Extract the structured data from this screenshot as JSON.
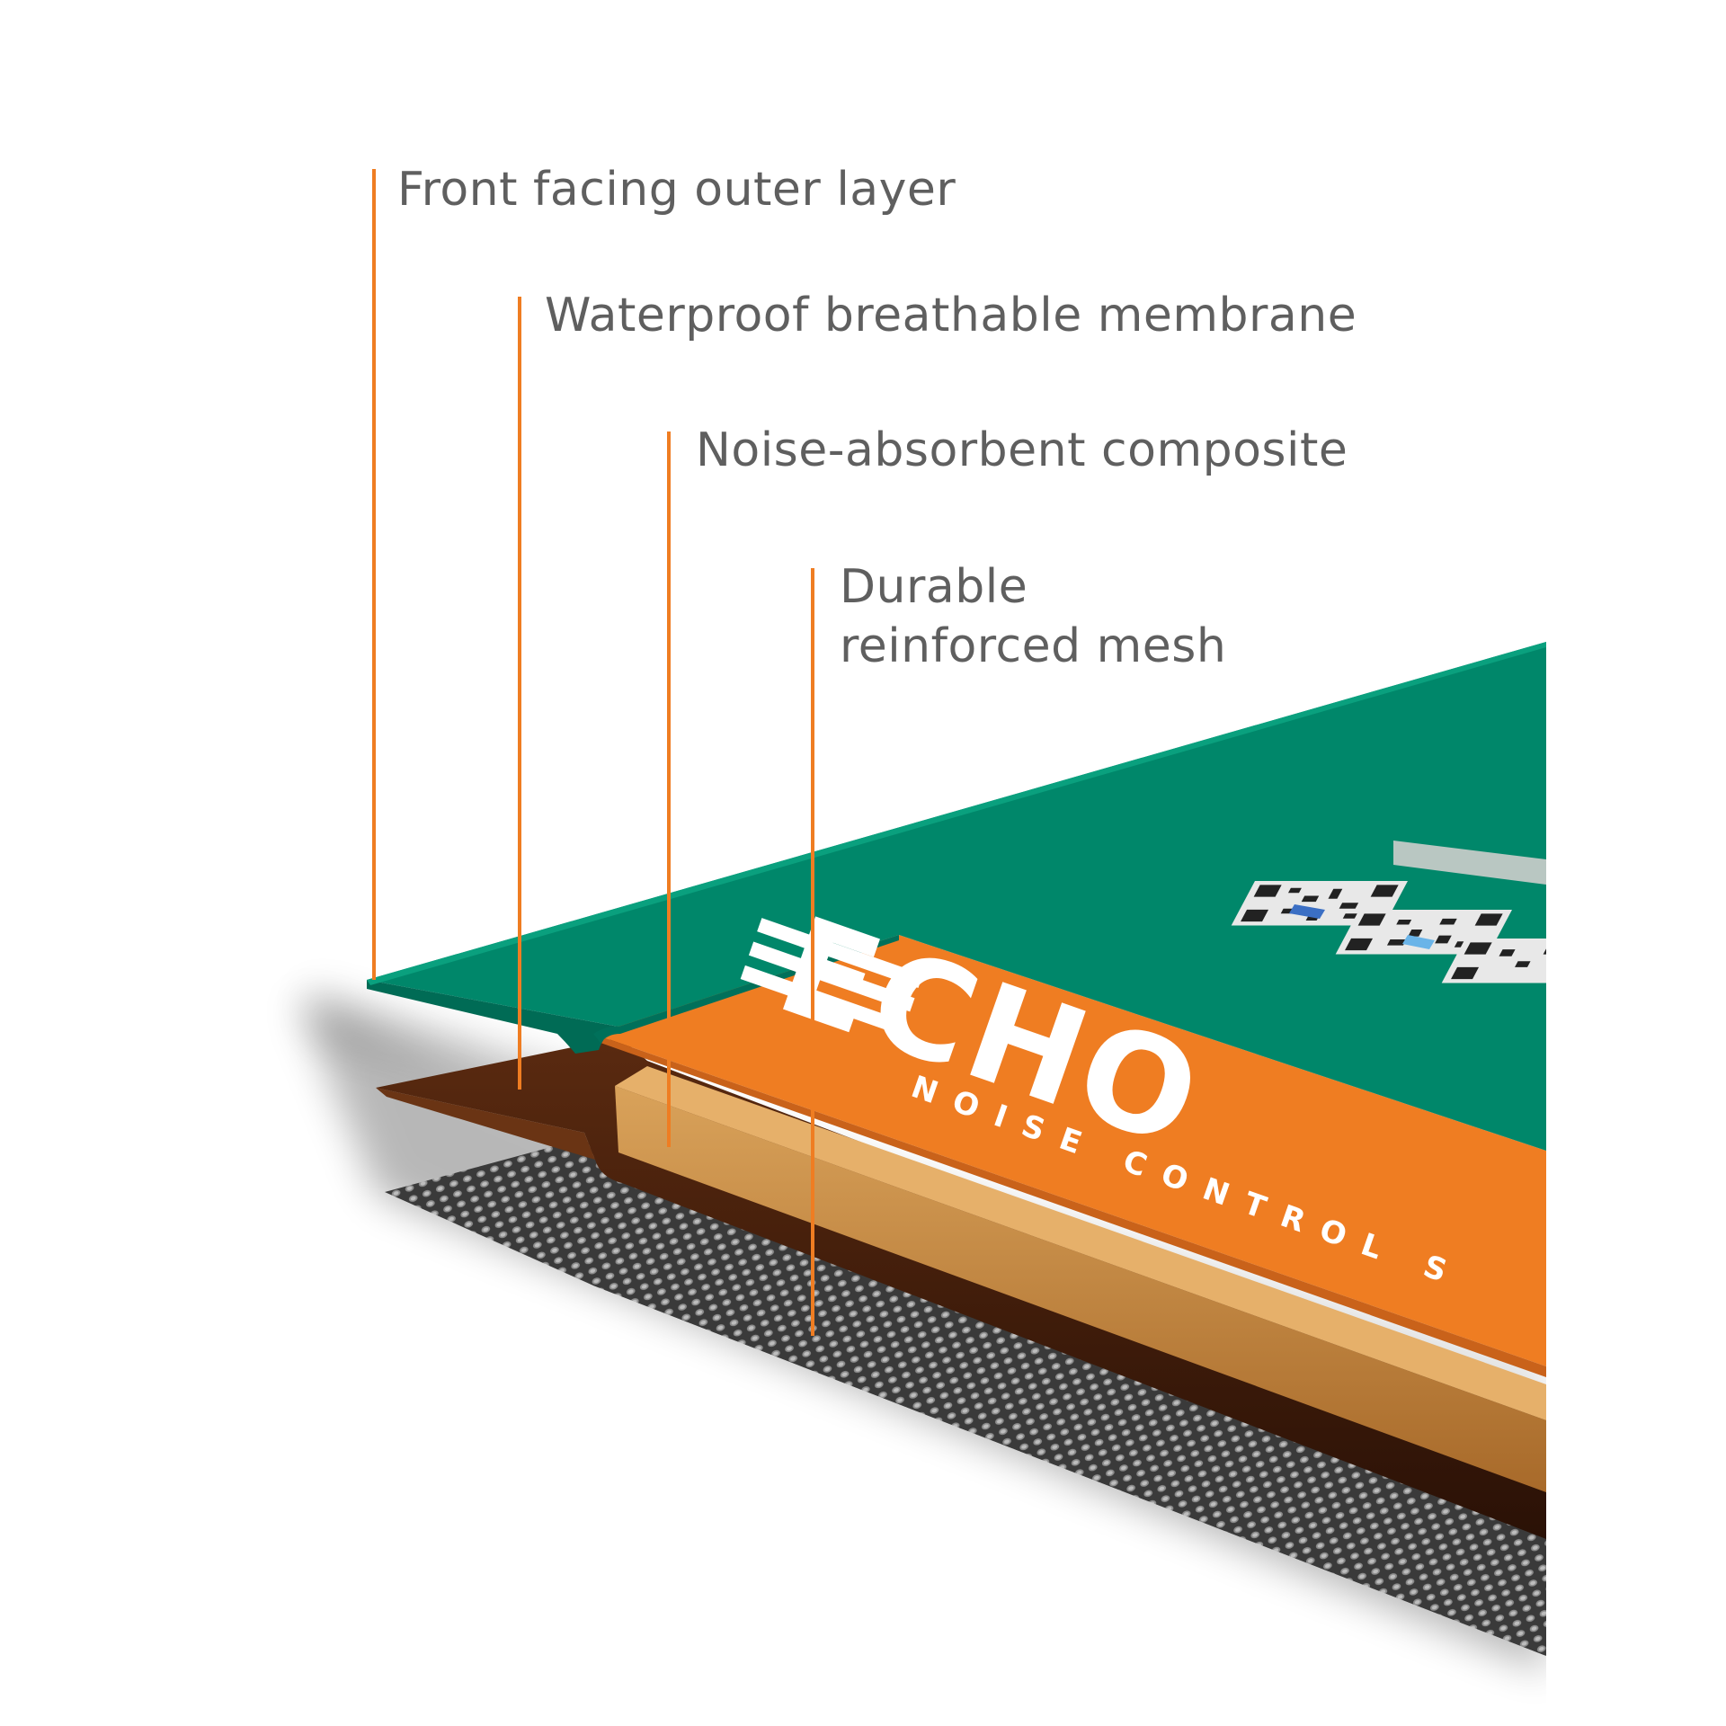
{
  "callouts": [
    {
      "text": "Front facing outer layer"
    },
    {
      "text": "Waterproof breathable membrane"
    },
    {
      "text": "Noise-absorbent composite"
    },
    {
      "line1": "Durable",
      "line2": "reinforced mesh"
    }
  ],
  "banner": {
    "brand": "ECHO",
    "tagline": "NOISE CONTROL S"
  },
  "icons": [
    "qr-code-icon",
    "facebook-icon",
    "twitter-icon"
  ],
  "colors": {
    "callout_line": "#ef7d22",
    "label_text": "#5f5f5f",
    "outer_layer": "#00876a",
    "banner": "#ef7d22",
    "membrane": "#3a1a0a",
    "composite": "#c98a3a",
    "mesh": "#2a2a2a"
  }
}
